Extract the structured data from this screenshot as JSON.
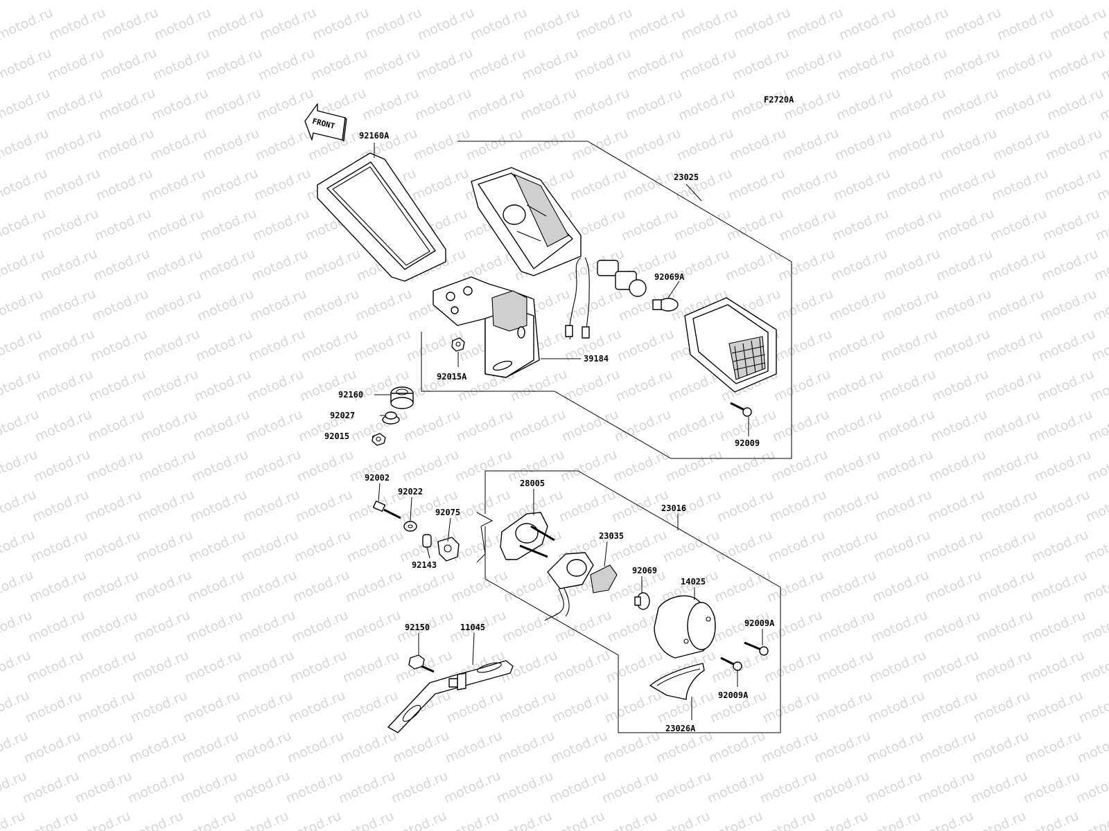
{
  "watermark": {
    "text": "motod.ru"
  },
  "figure_code": "F2720A",
  "front_arrow": "FRONT",
  "callouts": [
    {
      "id": "92160A"
    },
    {
      "id": "23025"
    },
    {
      "id": "92069A"
    },
    {
      "id": "39184"
    },
    {
      "id": "92015A"
    },
    {
      "id": "92160"
    },
    {
      "id": "92027"
    },
    {
      "id": "92015"
    },
    {
      "id": "92009"
    },
    {
      "id": "92002"
    },
    {
      "id": "92022"
    },
    {
      "id": "92075"
    },
    {
      "id": "92143"
    },
    {
      "id": "28005"
    },
    {
      "id": "23016"
    },
    {
      "id": "23035"
    },
    {
      "id": "92069"
    },
    {
      "id": "14025"
    },
    {
      "id": "92009A"
    },
    {
      "id": "92009A"
    },
    {
      "id": "23026A"
    },
    {
      "id": "92150"
    },
    {
      "id": "11045"
    }
  ]
}
